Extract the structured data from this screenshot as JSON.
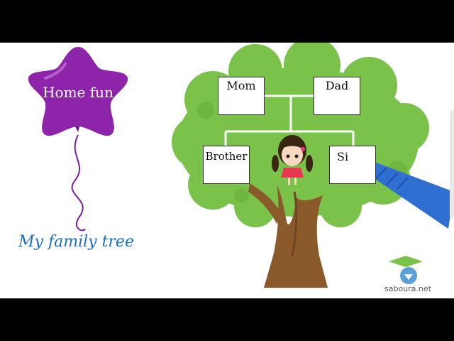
{
  "balloon": {
    "label": "Home fun",
    "color": "#8e24aa"
  },
  "caption": "My family tree",
  "tree": {
    "boxes": {
      "mom": "Mom",
      "dad": "Dad",
      "brother": "Brother",
      "sister": "Si"
    },
    "foliage_color": "#7bc24a",
    "trunk_color": "#8b5a2b"
  },
  "logo": {
    "text": "saboura.net"
  },
  "crayon_color": "#2f6fd1"
}
